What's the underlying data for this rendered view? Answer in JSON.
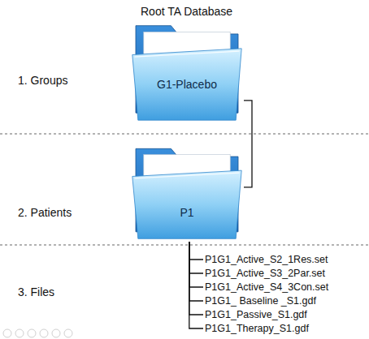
{
  "diagram": {
    "title": "Root TA Database",
    "nodes": [
      {
        "text": [
          "G1-Placebo"
        ]
      },
      {
        "text": [
          "P1"
        ]
      },
      {
        "text": [
          "P1G1_Active_S2_1Res.set"
        ]
      },
      {
        "text": [
          "P1G1_Active_S3_2Par.set"
        ]
      },
      {
        "text": [
          "P1G1_Active_S4_3Con.set"
        ]
      },
      {
        "text": [
          "P1G1_ Baseline _S1.gdf"
        ]
      },
      {
        "text": [
          "P1G1_Passive_S1.gdf"
        ]
      },
      {
        "text": [
          "P1G1_Therapy_S1.gdf"
        ]
      }
    ],
    "edges": [
      {
        "from": 0,
        "to": 1,
        "arrow": "none"
      },
      {
        "from": 1,
        "to": 2,
        "arrow": "none"
      },
      {
        "from": 1,
        "to": 3,
        "arrow": "none"
      },
      {
        "from": 1,
        "to": 4,
        "arrow": "none"
      },
      {
        "from": 1,
        "to": 5,
        "arrow": "none"
      },
      {
        "from": 1,
        "to": 6,
        "arrow": "none"
      },
      {
        "from": 1,
        "to": 7,
        "arrow": "none"
      }
    ],
    "labels": [
      "1. Groups",
      "2. Patients",
      "3. Files"
    ]
  }
}
